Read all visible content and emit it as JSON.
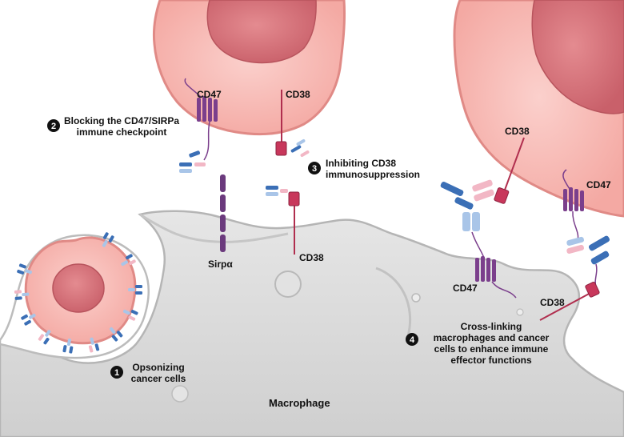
{
  "colors": {
    "cell_fill": "#f7b3ae",
    "cell_edge": "#e08a86",
    "nucleus": "#d9777c",
    "nucleus_edge": "#b8545d",
    "macrophage": "#d9d9d9",
    "macrophage_edge": "#b5b5b5",
    "cd47": "#7b3f8c",
    "cd38": "#c8375b",
    "antibody_blue": "#3b6fb6",
    "antibody_light": "#a9c5e8",
    "antibody_pink": "#f2b7c5",
    "sirpa": "#6b3a7d"
  },
  "labels": {
    "cd47_top": "CD47",
    "cd38_top": "CD38",
    "cd38_mid": "CD38",
    "sirpa": "Sirpα",
    "cd38_right_top": "CD38",
    "cd47_right_top": "CD47",
    "cd47_right_bottom": "CD47",
    "cd38_right_bottom": "CD38",
    "macrophage": "Macrophage"
  },
  "steps": [
    {
      "number": "1",
      "lines": [
        "Opsonizing",
        "cancer cells"
      ]
    },
    {
      "number": "2",
      "lines": [
        "Blocking the CD47/SIRPa",
        "immune checkpoint"
      ]
    },
    {
      "number": "3",
      "lines": [
        "Inhibiting CD38",
        "immunosuppression"
      ]
    },
    {
      "number": "4",
      "lines": [
        "Cross-linking",
        "macrophages and cancer",
        "cells to enhance immune",
        "effector functions"
      ]
    }
  ]
}
